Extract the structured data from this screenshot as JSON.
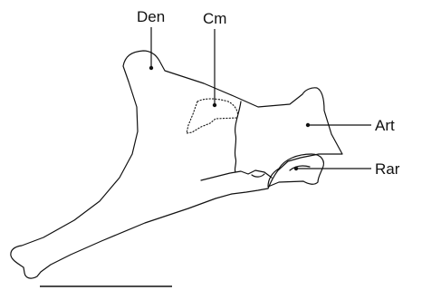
{
  "figure": {
    "labels": {
      "den": "Den",
      "cm": "Cm",
      "art": "Art",
      "rar": "Rar"
    }
  }
}
